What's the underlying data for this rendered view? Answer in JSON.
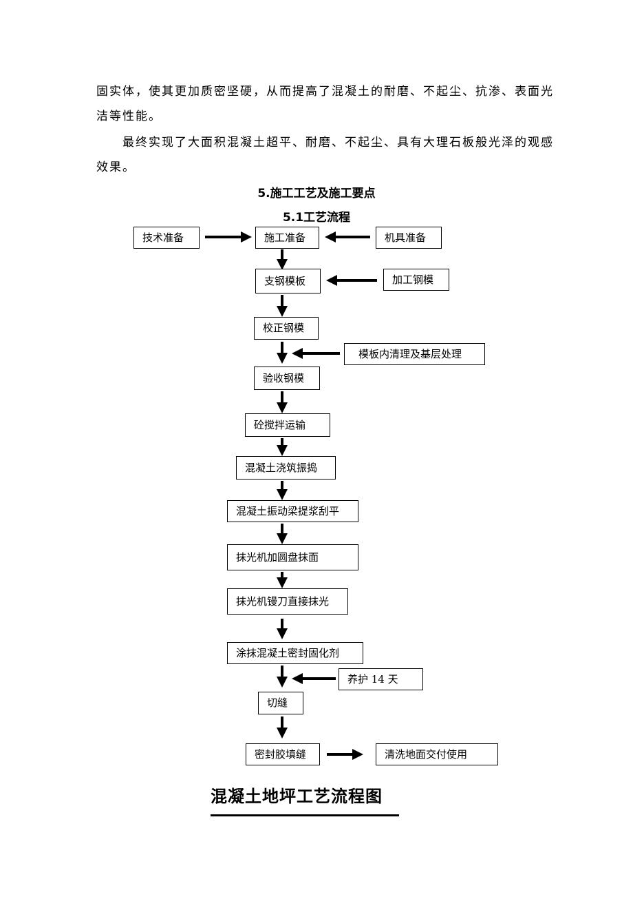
{
  "paragraphs": [
    {
      "lines": [
        "固实体，使其更加质密坚硬，从而提高了混凝土的耐磨、不起尘、抗渗、表面光",
        "洁等性能。"
      ]
    },
    {
      "lines": [
        "最终实现了大面积混凝土超平、耐磨、不起尘、具有大理石板般光泽的观感",
        "效果。"
      ]
    }
  ],
  "section_heading": "5.施工工艺及施工要点",
  "subsection_heading": "5.1工艺流程",
  "flowchart": {
    "main_steps": [
      "施工准备",
      "支钢模板",
      "校正钢模",
      "验收钢模",
      "砼搅拌运输",
      "混凝土浇筑振捣",
      "混凝土振动梁提浆刮平",
      "抹光机加圆盘抹面",
      "抹光机镘刀直接抹光",
      "涂抹混凝土密封固化剂",
      "切缝",
      "密封胶填缝"
    ],
    "side_inputs": {
      "tech_prep": "技术准备",
      "machine_prep": "机具准备",
      "process_mold": "加工钢模",
      "clean_base": "模板内清理及基层处理",
      "curing": "养护 14 天"
    },
    "final_step": "清洗地面交付使用"
  },
  "figure_title": "混凝土地坪工艺流程图"
}
